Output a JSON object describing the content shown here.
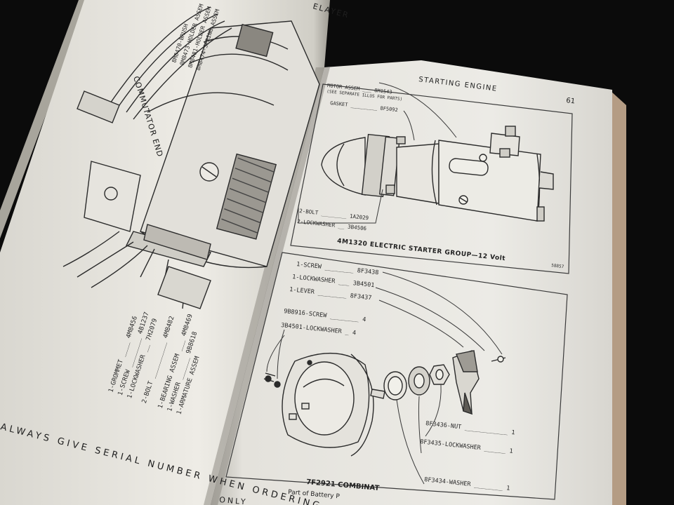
{
  "right_page": {
    "header": "STARTING ENGINE",
    "page_number": "61",
    "top_figure": {
      "motor_label": "MOTOR ASSEM ___ 8M1543",
      "motor_note": "(SEE SEPARATE ILLUS FOR PARTS)",
      "gasket_label": "GASKET _________ 8F5092",
      "bolt_label": "2-BOLT ________ 1A2029",
      "lockwasher_label": "2-LOCKWASHER __ 3B4506",
      "caption": "4M1320 ELECTRIC STARTER GROUP—12 Volt",
      "figure_code": "58857"
    },
    "bottom_figure": {
      "labels": [
        "1-SCREW ________ 8F3438",
        "1-LOCKWASHER ___ 3B4501",
        "1-LEVER ________ 8F3437",
        "9B8916-SCREW ________ 4",
        "3B4501-LOCKWASHER _ 4"
      ],
      "callouts": [
        "8F3436-NUT ____________ 1",
        "8F3435-LOCKWASHER ______ 1",
        "8F3434-WASHER ________ 1"
      ],
      "caption_line1": "7F2921 COMBINAT",
      "caption_line2": "Part of Battery P",
      "footer": "ONLY"
    }
  },
  "left_page": {
    "header": "ELAYER",
    "commutator_label": "COMMUTATOR END",
    "top_labels": [
      "8M8470-BRUSH",
      "8M8473-HOLDER ASSEM",
      "8M8481-HOLDER ASSEM",
      "8M8474-SPRING ASSEM"
    ],
    "bottom_labels": [
      "1-GROMMET ____ 4M8456",
      "1-SCREW ________ 4B1237",
      "1-LOCKWASHER __ 7H2079",
      "2-BOLT __________ 4M8482",
      "1-BEARING ASSEM ___ 4M8469",
      "1-WASHER ______ 9B8618",
      "1-ARMATURE ASSEM"
    ],
    "footer": "ALWAYS GIVE SERIAL NUMBER WHEN ORDERING"
  }
}
